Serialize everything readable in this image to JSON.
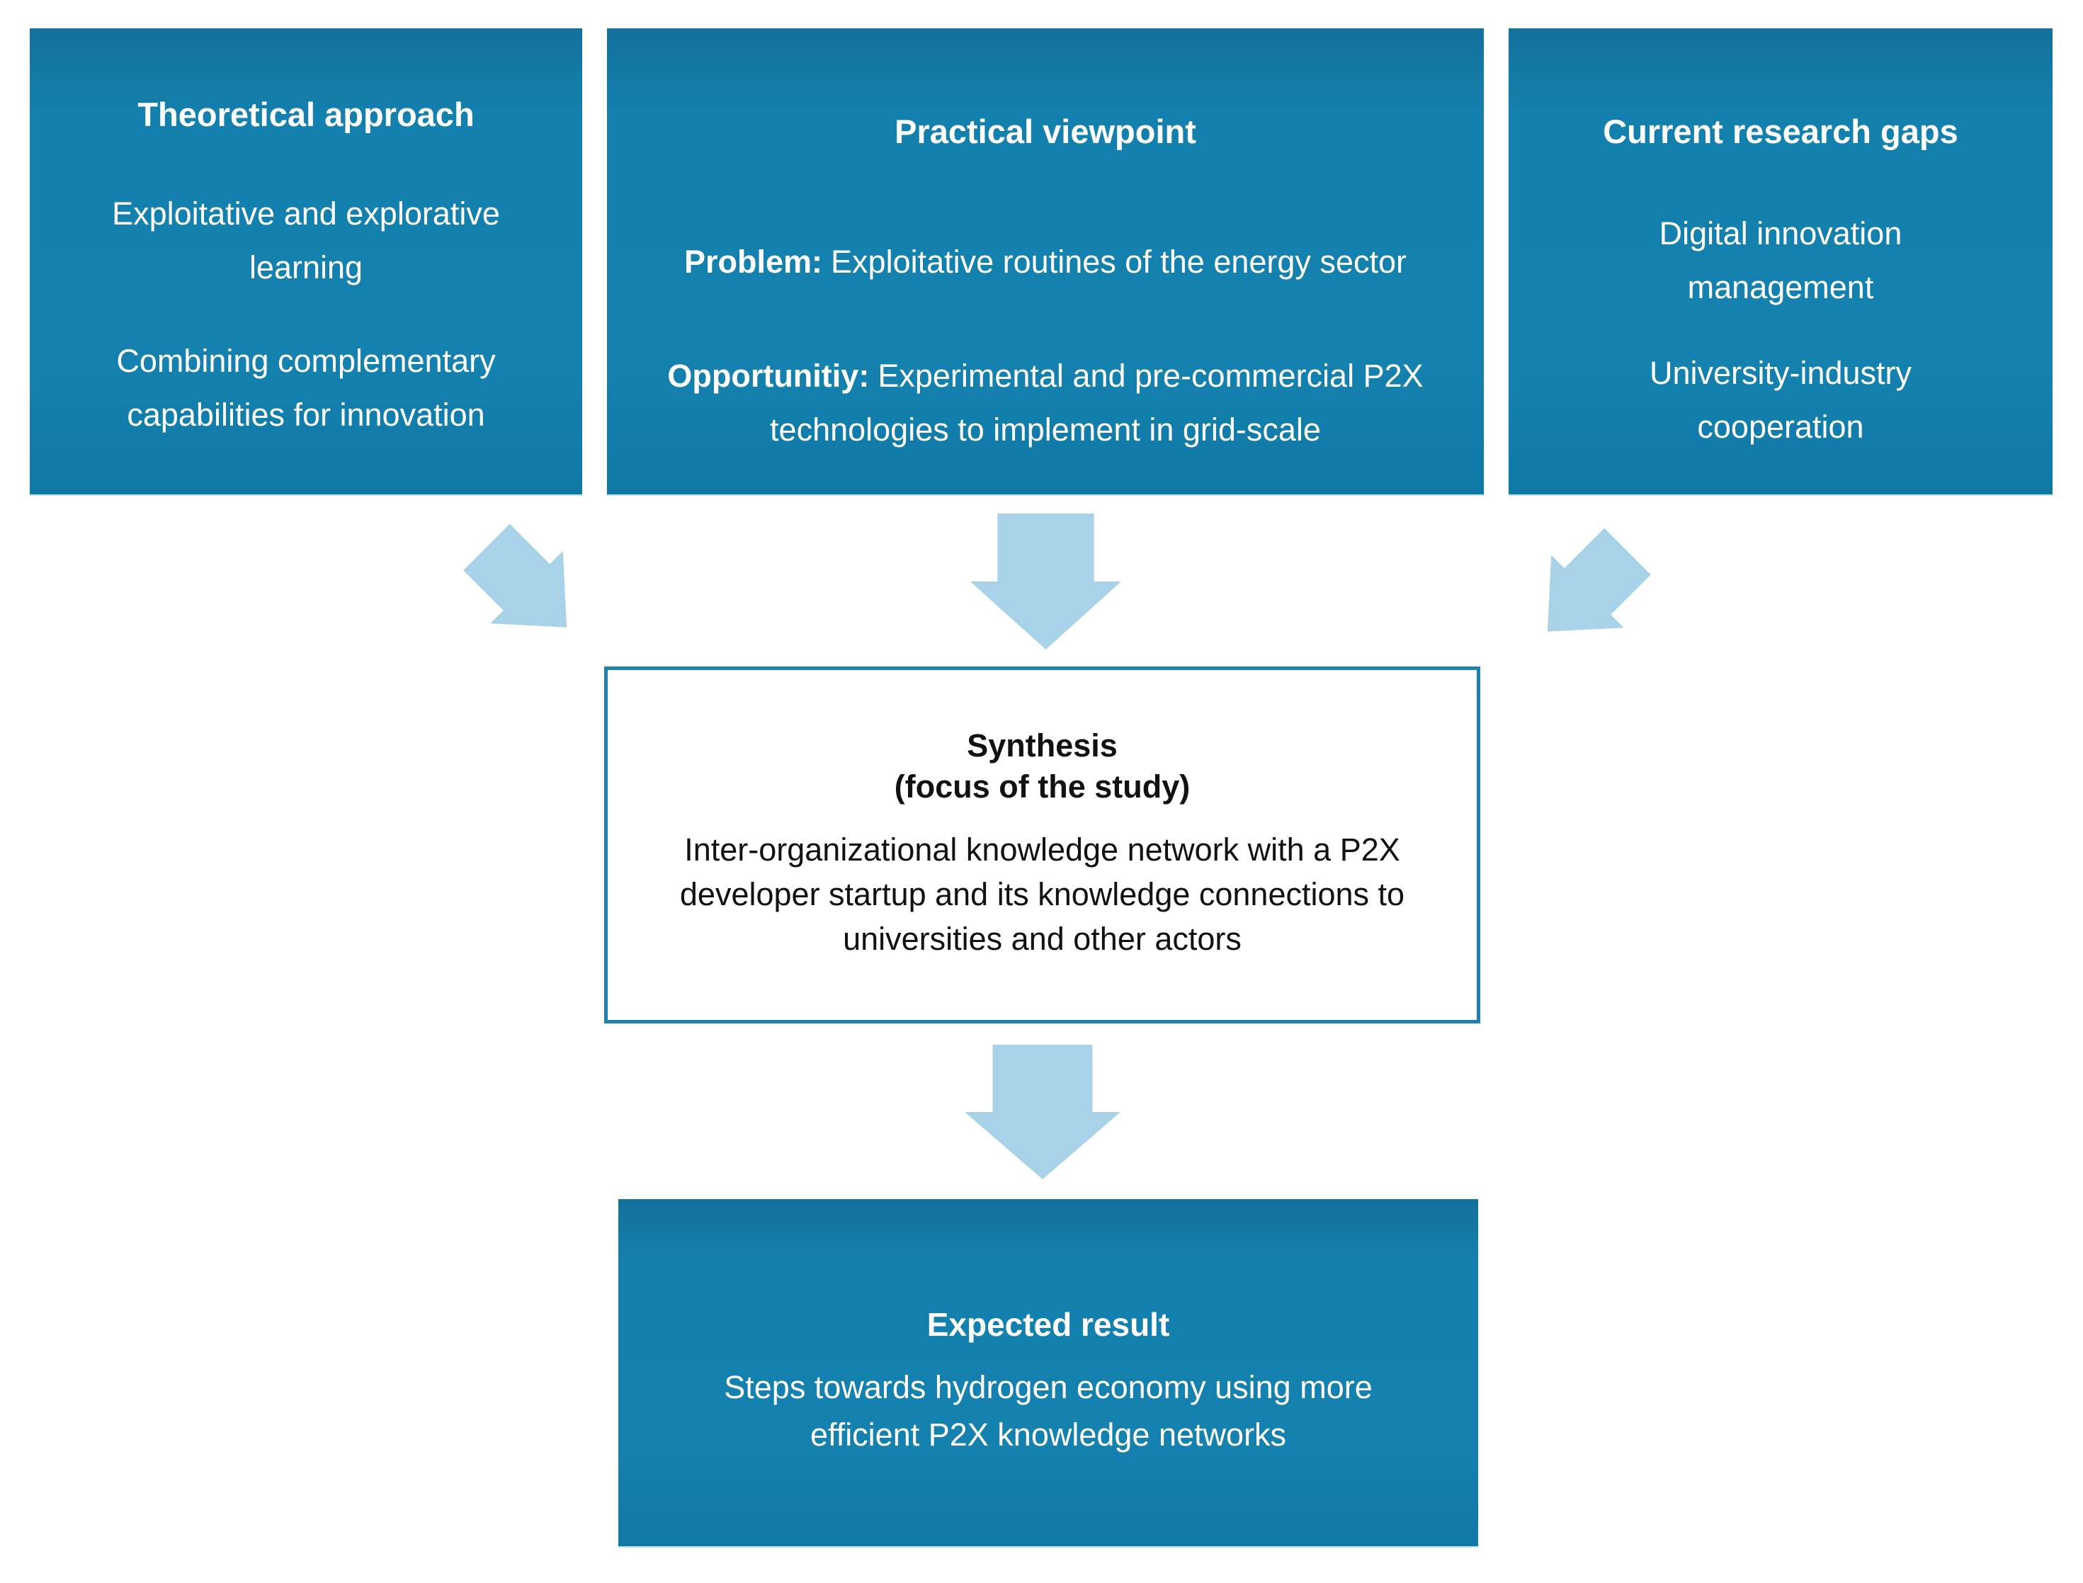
{
  "diagram": {
    "boxes": {
      "theoretical": {
        "title": "Theoretical approach",
        "para1": "Exploitative and explorative learning",
        "para2": "Combining complementary capabilities for innovation"
      },
      "practical": {
        "title": "Practical viewpoint",
        "problem_label": "Problem:",
        "problem_text": "Exploitative routines of the energy sector",
        "opportunity_label": "Opportunitiy:",
        "opportunity_text": "Experimental and pre-commercial P2X technologies to implement in grid-scale"
      },
      "gaps": {
        "title": "Current research gaps",
        "para1": "Digital innovation management",
        "para2": "University-industry cooperation"
      },
      "synthesis": {
        "title": "Synthesis",
        "subtitle": "(focus of the study)",
        "body": "Inter-organizational knowledge network with a P2X developer startup and its knowledge connections to universities and other actors"
      },
      "expected": {
        "title": "Expected result",
        "body": "Steps towards hydrogen economy using more efficient P2X knowledge networks"
      }
    },
    "colors": {
      "box_fill": "#1581AE",
      "box_fill_top": "#13719C",
      "arrow_fill": "#A8D2E8",
      "synthesis_border": "#1E81AF",
      "text_on_blue": "#FFFFFF",
      "text_dark": "#111111",
      "background": "#FFFFFF"
    }
  }
}
